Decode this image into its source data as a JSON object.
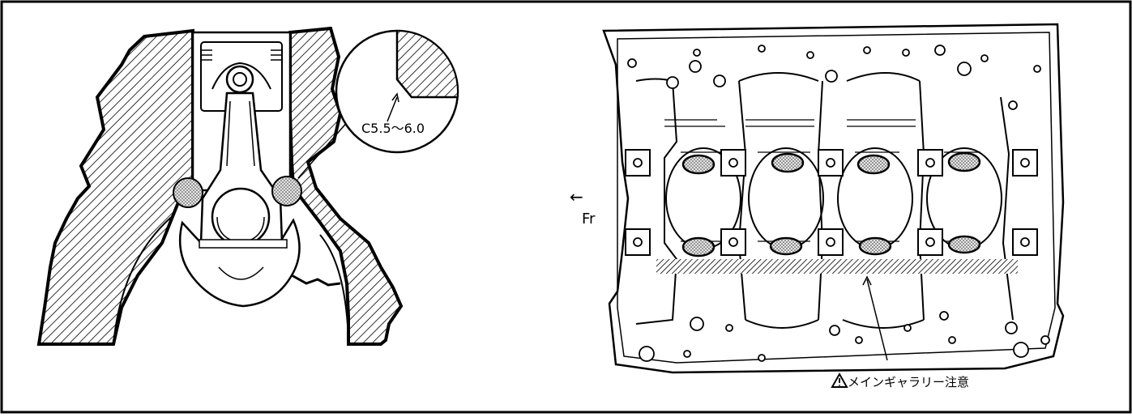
{
  "figure": {
    "left_panel": {
      "chamfer_callout": "C5.5～6.0"
    },
    "right_panel": {
      "direction_arrow": "←",
      "direction_label": "Fr",
      "warning_icon": "warning-triangle-icon",
      "warning_note": "メインギャラリー注意"
    }
  }
}
